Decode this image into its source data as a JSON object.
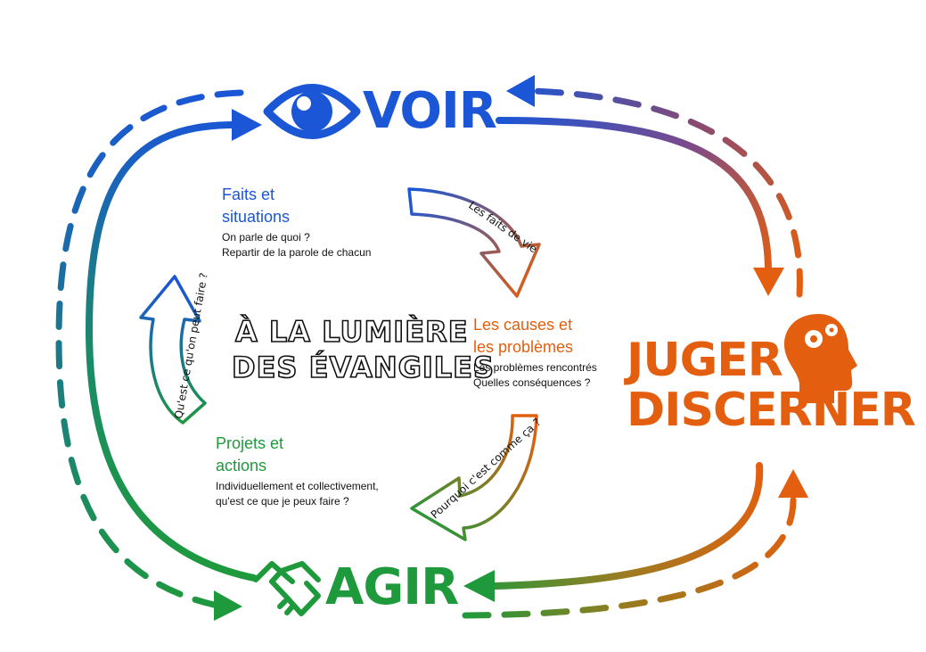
{
  "stages": {
    "voir": {
      "label": "VOIR",
      "icon": "eye-icon",
      "color": "#1a56d6"
    },
    "juger": {
      "line1": "JUGER",
      "line2": "DISCERNER",
      "icon": "head-gears-icon",
      "color": "#e35f0f"
    },
    "agir": {
      "label": "AGIR",
      "icon": "handshake-icon",
      "color": "#1e9a3c"
    }
  },
  "center": {
    "line1": "À LA LUMIÈRE",
    "line2": "DES ÉVANGILES"
  },
  "blocks": {
    "faits": {
      "title1": "Faits et",
      "title2": "situations",
      "text1": "On parle de quoi ?",
      "text2": "Repartir de la parole de chacun"
    },
    "causes": {
      "title1": "Les causes et",
      "title2": "les problèmes",
      "text1": "Les problèmes rencontrés",
      "text2": "Quelles conséquences ?"
    },
    "projets": {
      "title1": "Projets et",
      "title2": "actions",
      "text1": "Individuellement et collectivement,",
      "text2": "qu'est ce que je peux faire ?"
    }
  },
  "arrows": {
    "top_right": "Les faits de vie",
    "bottom": "Pourquoi c'est comme ça ?",
    "left": "Qu'est ce qu'on peut faire ?"
  }
}
